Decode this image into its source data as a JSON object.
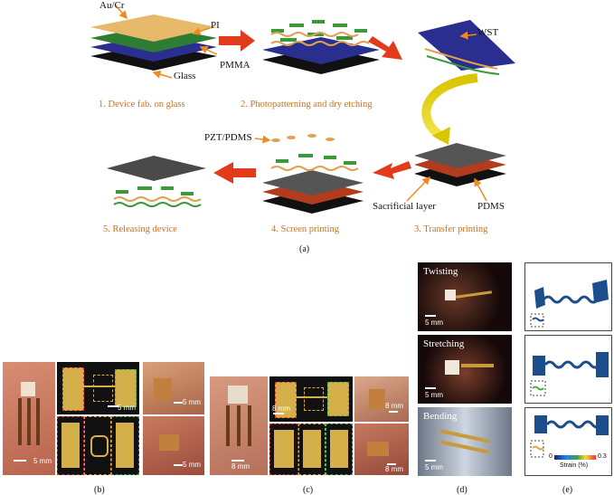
{
  "top": {
    "labels": {
      "au_cr": "Au/Cr",
      "pi": "PI",
      "pmma": "PMMA",
      "glass": "Glass",
      "wst": "WST",
      "pzt_pdms": "PZT/PDMS",
      "sacrificial": "Sacrificial layer",
      "pdms": "PDMS"
    },
    "steps": [
      "1. Device fab. on glass",
      "2. Photopatterning and dry etching",
      "3. Transfer printing",
      "4. Screen printing",
      "5. Releasing device"
    ],
    "caption": "(a)"
  },
  "bottom": {
    "captions": [
      "(b)",
      "(c)",
      "(d)",
      "(e)"
    ],
    "scale_b": [
      "5 mm",
      "5 mm",
      "5 mm",
      "5 mm"
    ],
    "scale_c": [
      "8 mm",
      "8 mm",
      "8 mm",
      "8 mm"
    ],
    "scale_d": [
      "5 mm",
      "5 mm",
      "5 mm"
    ],
    "d_labels": [
      "Twisting",
      "Stretching",
      "Bending"
    ],
    "legend": {
      "min": "0",
      "max": "0.3",
      "title": "Strain (%)"
    }
  },
  "colors": {
    "orange": "#f08a1c",
    "red_arrow": "#e23b1c",
    "step_text": "#c8721e",
    "gold": "#e7b96b",
    "pi_green": "#2e7d32",
    "pmma_blue": "#2a2f8f",
    "glass": "#1e1e1e",
    "sacrificial": "#b23c1e"
  }
}
